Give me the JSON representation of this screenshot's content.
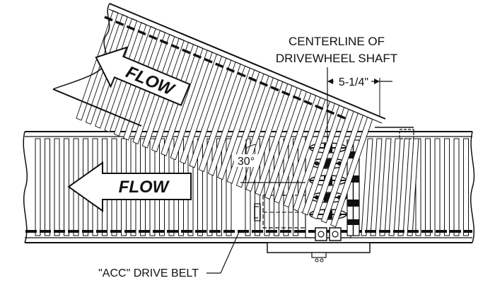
{
  "labels": {
    "centerline_line1": "CENTERLINE OF",
    "centerline_line2": "DRIVEWHEEL SHAFT",
    "dimension": "5-1/4\"",
    "angle": "30°",
    "flow_upper": "FLOW",
    "flow_lower": "FLOW",
    "belt": "\"ACC\" DRIVE BELT"
  },
  "colors": {
    "ink": "#111111",
    "paper": "#ffffff"
  }
}
